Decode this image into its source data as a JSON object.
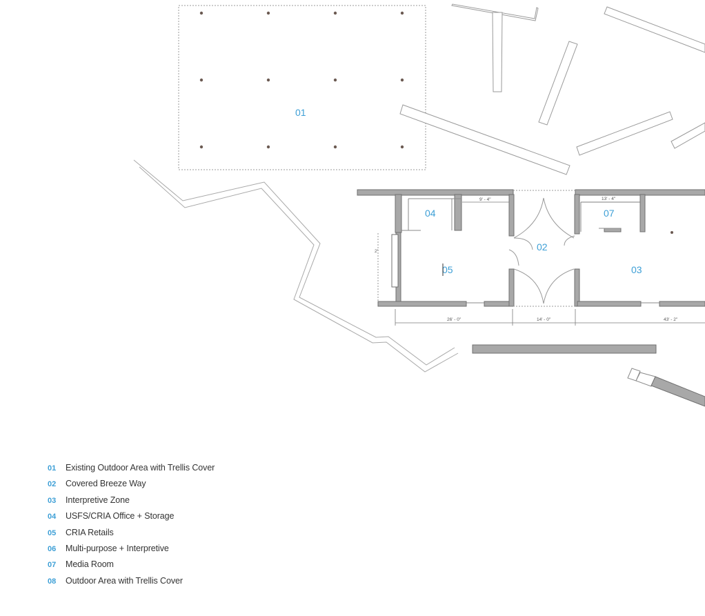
{
  "colors": {
    "accent": "#3d9fd6",
    "wall": "#a8a8a8",
    "wall_stroke": "#6f6f6f",
    "line": "#9a9a9a",
    "text": "#333333"
  },
  "plan": {
    "room_labels": {
      "r01": "01",
      "r02": "02",
      "r03": "03",
      "r04": "04",
      "r05": "05",
      "r07": "07"
    },
    "dimensions": {
      "d1": "9' - 4\"",
      "d2": "13' - 4\"",
      "d3": "26' - 0\"",
      "d4": "14' - 0\"",
      "d5": "43' - 2\"",
      "d6": "2'"
    }
  },
  "legend": {
    "items": [
      {
        "num": "01",
        "text": "Existing Outdoor Area with Trellis Cover"
      },
      {
        "num": "02",
        "text": "Covered Breeze Way"
      },
      {
        "num": "03",
        "text": "Interpretive Zone"
      },
      {
        "num": "04",
        "text": "USFS/CRIA Office + Storage"
      },
      {
        "num": "05",
        "text": "CRIA Retails"
      },
      {
        "num": "06",
        "text": "Multi-purpose + Interpretive"
      },
      {
        "num": "07",
        "text": "Media Room"
      },
      {
        "num": "08",
        "text": "Outdoor Area with Trellis Cover"
      }
    ]
  }
}
